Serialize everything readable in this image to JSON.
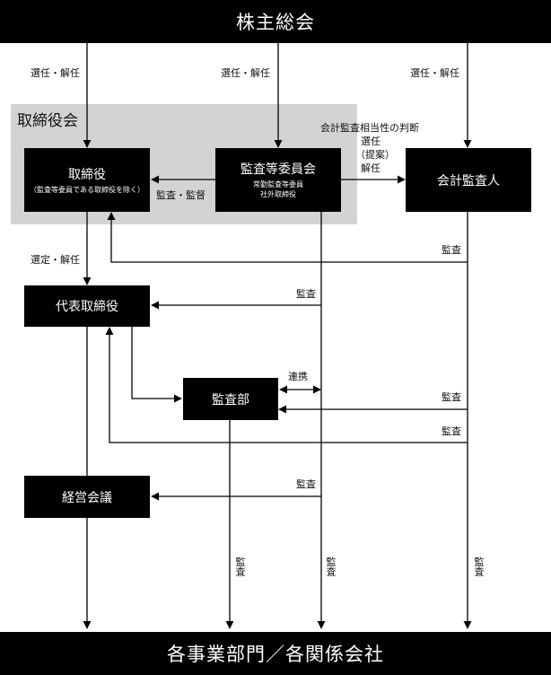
{
  "top_bar": "株主総会",
  "bottom_bar": "各事業部門／各関係会社",
  "group_label": "取締役会",
  "nodes": {
    "board": {
      "title": "取締役",
      "subtitle": "（監査等委員である取締役を除く）"
    },
    "audit_committee": {
      "title": "監査等委員会",
      "sub1": "常勤監査等委員",
      "sub2": "社外取締役"
    },
    "accounting_auditor": {
      "title": "会計監査人"
    },
    "representative_director": {
      "title": "代表取締役"
    },
    "audit_department": {
      "title": "監査部"
    },
    "management_meeting": {
      "title": "経営会議"
    }
  },
  "edge_labels": {
    "elect_dismiss_1": "選任・解任",
    "elect_dismiss_2": "選任・解任",
    "elect_dismiss_3": "選任・解任",
    "appropriateness_judgment": "会計監査相当性の判断",
    "elect": "選任",
    "proposal": "（提案）",
    "dismiss": "解任",
    "audit_supervise": "監査・監督",
    "select_dismiss": "選定・解任",
    "audit_1": "監査",
    "audit_2": "監査",
    "cooperation": "連携",
    "audit_3": "監査",
    "audit_4": "監査",
    "audit_5": "監査",
    "audit_v1": "監査",
    "audit_v2": "監査",
    "audit_v3": "監査"
  }
}
